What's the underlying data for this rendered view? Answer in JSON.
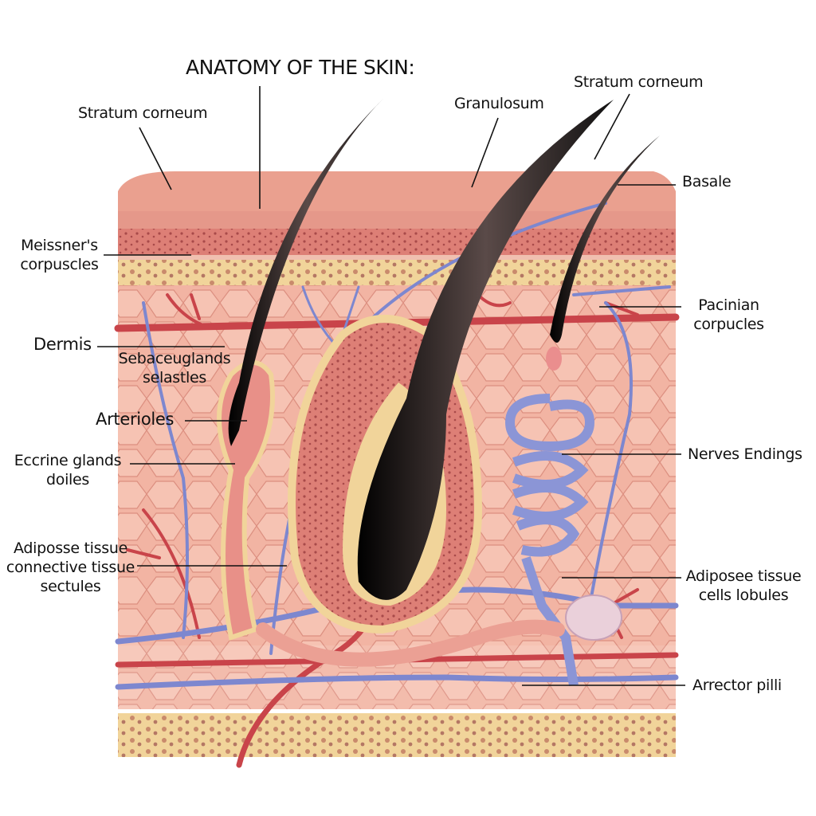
{
  "title": "ANATOMY OF THE SKIN:",
  "labels": {
    "stratum_corneum_left": "Stratum corneum",
    "granulosum": "Granulosum",
    "stratum_corneum_right": "Stratum corneum",
    "basale": "Basale",
    "meissners_1": "Meissner's",
    "meissners_2": "corpuscles",
    "dermis": "Dermis",
    "sebaceous_1": "Sebaceuglands",
    "sebaceous_2": "selastles",
    "arterioles": "Arterioles",
    "eccrine_1": "Eccrine glands",
    "eccrine_2": "doiles",
    "adipose_left_1": "Adiposse tissue",
    "adipose_left_2": "connective tissue",
    "adipose_left_3": "sectules",
    "pacinian_1": "Pacinian",
    "pacinian_2": "corpucles",
    "nerves": "Nerves Endings",
    "adipose_right_1": "Adiposee tissue",
    "adipose_right_2": "cells lobules",
    "arrector": "Arrector pilli"
  },
  "colors": {
    "epidermis": "#eaa08f",
    "granular": "#d9756d",
    "yellow_layer": "#f1d49a",
    "dermis": "#f2b4a3",
    "artery": "#c9444a",
    "vein": "#7d87cf",
    "hair": "#2a2020"
  }
}
